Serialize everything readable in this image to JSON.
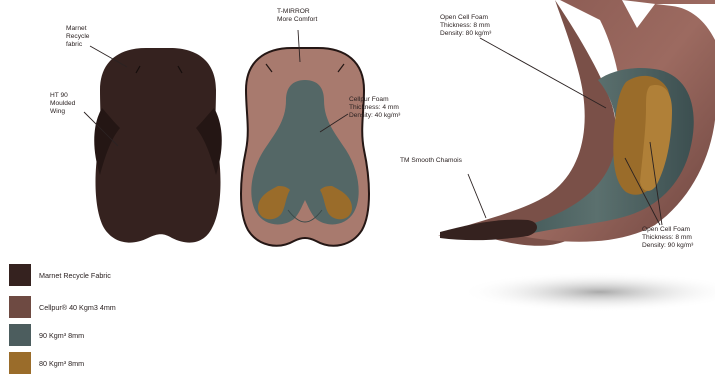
{
  "labels": {
    "marnet": [
      "Marnet",
      "Recycle",
      "fabric"
    ],
    "ht90": [
      "HT 90",
      "Moulded",
      "Wing"
    ],
    "tmirror": [
      "T-MIRROR",
      "More Comfort"
    ],
    "cellpur": [
      "Cellpur Foam",
      "Thickness: 4 mm",
      "Density: 40 kg/m³"
    ],
    "open_cell_top": [
      "Open Cell Foam",
      "Thickness: 8 mm",
      "Density: 80 kg/m³"
    ],
    "chamois": [
      "TM Smooth Chamois"
    ],
    "open_cell_bottom": [
      "Open Cell Foam",
      "Thickness: 8 mm",
      "Density: 90 kg/m³"
    ]
  },
  "legend": [
    {
      "label": "Marnet Recycle Fabric",
      "color": "#35221f"
    },
    {
      "label": "Cellpur® 40 Kgm3 4mm",
      "color": "#6e4a42"
    },
    {
      "label": "90 Kgm³ 8mm",
      "color": "#4c5d5e"
    },
    {
      "label": "80 Kgm³ 8mm",
      "color": "#9a6c2a"
    }
  ],
  "colors": {
    "fabric": "#35221f",
    "cellpur": "#a87a6e",
    "foam90": "#546766",
    "foam80": "#9a6c2a",
    "wing": "#241614"
  }
}
